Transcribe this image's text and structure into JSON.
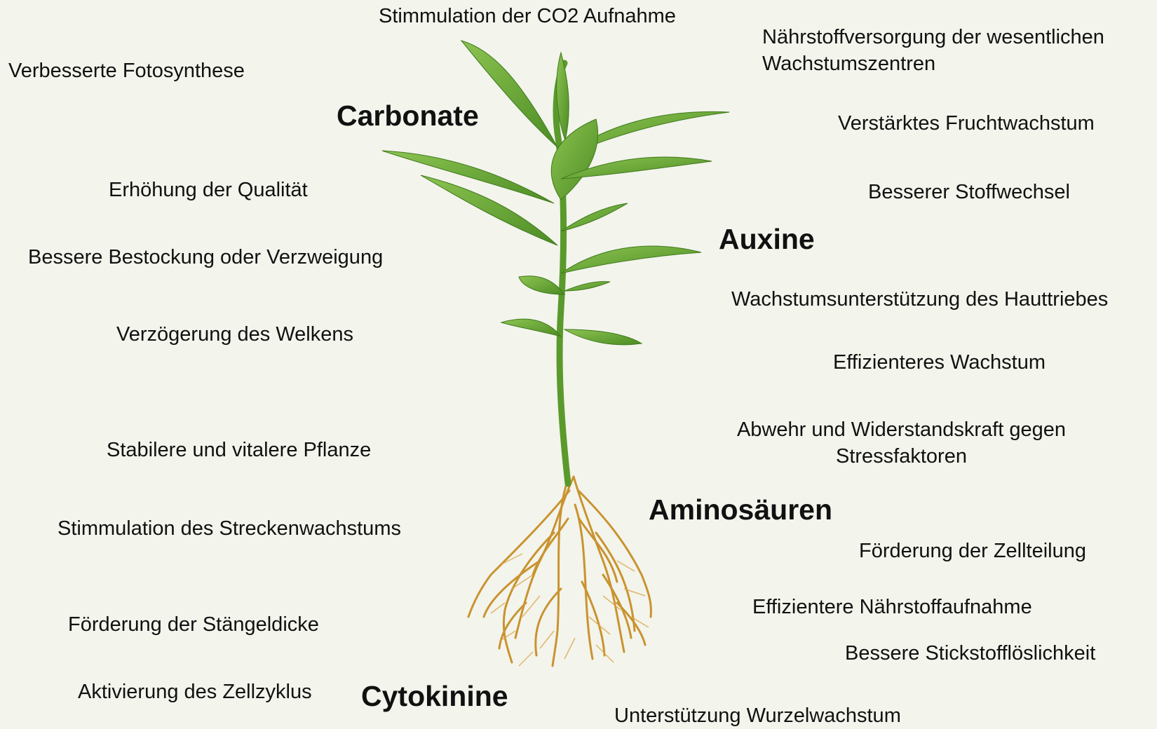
{
  "categories": {
    "carbonate": "Carbonate",
    "auxine": "Auxine",
    "aminosaeuren": "Aminosäuren",
    "cytokinine": "Cytokinine"
  },
  "left_labels": [
    "Verbesserte Fotosynthese",
    "Erhöhung der Qualität",
    "Bessere Bestockung oder Verzweigung",
    "Verzögerung des Welkens",
    "Stabilere und vitalere Pflanze",
    "Stimmulation des Streckenwachstums",
    "Förderung der Stängeldicke",
    "Aktivierung des Zellzyklus"
  ],
  "top_label": "Stimmulation der CO2 Aufnahme",
  "right_labels": {
    "naehrstoff_1": "Nährstoffversorgung der wesentlichen",
    "naehrstoff_2": "Wachstumszentren",
    "frucht": "Verstärktes Fruchtwachstum",
    "stoffwechsel": "Besserer Stoffwechsel",
    "hauttrieb": "Wachstumsunterstützung des Hauttriebes",
    "effizient": "Effizienteres Wachstum",
    "abwehr_1": "Abwehr und Widerstandskraft gegen",
    "abwehr_2": "Stressfaktoren",
    "zellteilung": "Förderung der Zellteilung",
    "naehrstoffaufnahme": "Effizientere Nährstoffaufnahme",
    "stickstoff": "Bessere Stickstofflöslichkeit",
    "wurzel": "Unterstützung Wurzelwachstum"
  },
  "colors": {
    "background": "#f3f4ec",
    "stem": "#5a9a2c",
    "leaf": "#6fae3a",
    "leaf_dark": "#4c8a24",
    "root": "#c9932f"
  }
}
